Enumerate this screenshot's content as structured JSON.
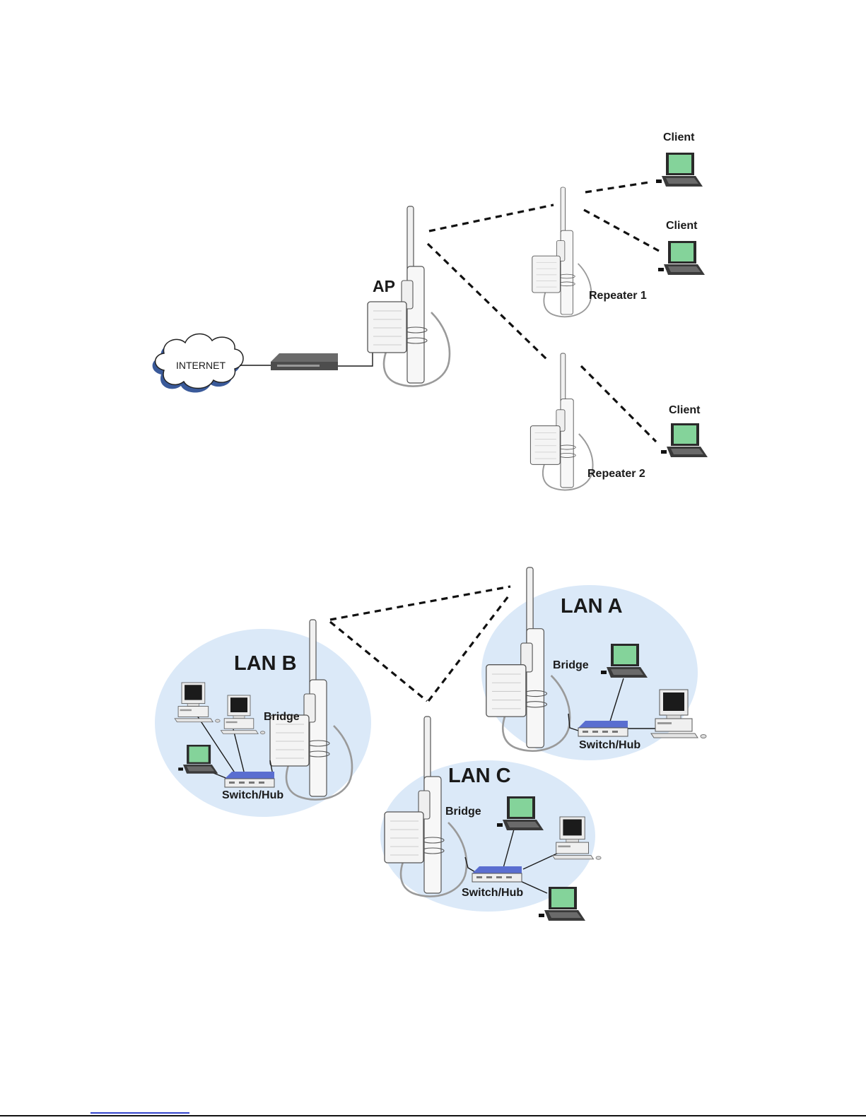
{
  "diagram1": {
    "internet_label": "INTERNET",
    "ap_label": "AP",
    "repeater1_label": "Repeater 1",
    "repeater2_label": "Repeater 2",
    "client_labels": [
      "Client",
      "Client",
      "Client"
    ]
  },
  "diagram2": {
    "lan_a_label": "LAN A",
    "lan_b_label": "LAN B",
    "lan_c_label": "LAN C",
    "bridge_label": "Bridge",
    "switch_label": "Switch/Hub"
  },
  "colors": {
    "lan_fill": "#dbe9f8",
    "screen": "#84d39a",
    "cloud_shadow": "#3a5a9a",
    "switch_blue": "#5a6ed0"
  }
}
